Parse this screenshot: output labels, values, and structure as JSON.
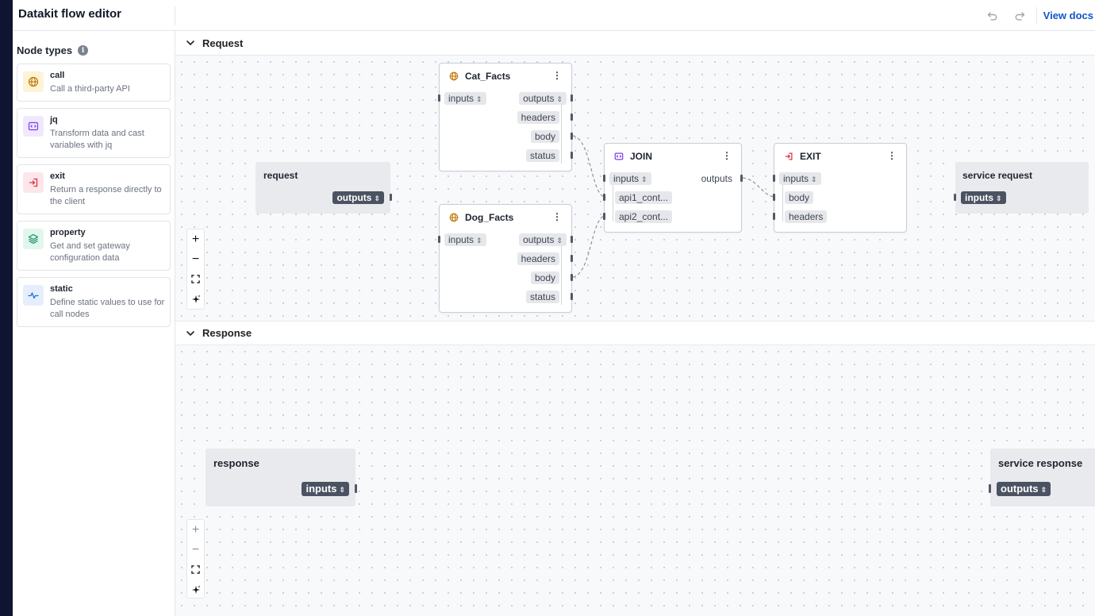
{
  "app": {
    "title": "Datakit flow editor",
    "docs_label": "View docs"
  },
  "toolbar": {
    "undo_icon": "undo-icon",
    "redo_icon": "redo-icon"
  },
  "sidebar": {
    "heading": "Node types",
    "items": [
      {
        "name": "call",
        "desc": "Call a third-party API",
        "icon": "globe-icon",
        "color": "#c27c0e",
        "bg": "#fdf3d7"
      },
      {
        "name": "jq",
        "desc": "Transform data and cast variables with jq",
        "icon": "code-icon",
        "color": "#7c3aed",
        "bg": "#efe9fd"
      },
      {
        "name": "exit",
        "desc": "Return a response directly to the client",
        "icon": "exit-icon",
        "color": "#d9344a",
        "bg": "#fde6e9"
      },
      {
        "name": "property",
        "desc": "Get and set gateway configuration data",
        "icon": "layers-icon",
        "color": "#12905f",
        "bg": "#e1f6ec"
      },
      {
        "name": "static",
        "desc": "Define static values to use for call nodes",
        "icon": "pulse-icon",
        "color": "#1f6fd9",
        "bg": "#e4eefc"
      }
    ]
  },
  "sections": {
    "request": "Request",
    "response": "Response"
  },
  "request_flow": {
    "request": {
      "title": "request",
      "outputs": "outputs"
    },
    "cat_facts": {
      "title": "Cat_Facts",
      "inputs": "inputs",
      "outputs": "outputs",
      "fields": [
        "headers",
        "body",
        "status"
      ]
    },
    "dog_facts": {
      "title": "Dog_Facts",
      "inputs": "inputs",
      "outputs": "outputs",
      "fields": [
        "headers",
        "body",
        "status"
      ]
    },
    "join": {
      "title": "JOIN",
      "inputs": "inputs",
      "outputs": "outputs",
      "fields": [
        "api1_cont...",
        "api2_cont..."
      ]
    },
    "exit": {
      "title": "EXIT",
      "inputs": "inputs",
      "fields": [
        "body",
        "headers"
      ]
    },
    "service_request": {
      "title": "service request",
      "inputs": "inputs"
    }
  },
  "response_flow": {
    "response": {
      "title": "response",
      "inputs": "inputs"
    },
    "service_response": {
      "title": "service response",
      "outputs": "outputs"
    }
  },
  "zoom_controls": {
    "zoom_in": "+",
    "zoom_out": "−",
    "fit_icon": "fit-view-icon",
    "autolayout_icon": "sparkle-icon"
  },
  "colors": {
    "link": "#1155cb",
    "accent_call": "#c27c0e",
    "accent_jq": "#7c3aed",
    "accent_exit": "#d9344a"
  }
}
